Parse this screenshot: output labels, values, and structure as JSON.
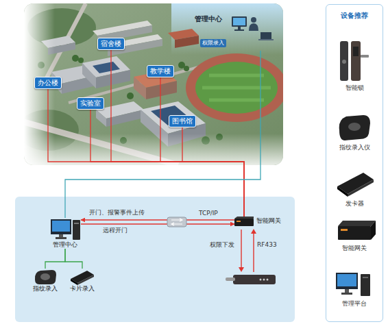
{
  "diagram": {
    "nodes": [
      {
        "text": [
          "管理中心"
        ]
      },
      {
        "text": [
          "宿舍楼"
        ]
      },
      {
        "text": [
          "教学楼"
        ]
      },
      {
        "text": [
          "办公楼"
        ]
      },
      {
        "text": [
          "实验室"
        ]
      },
      {
        "text": [
          "图书馆"
        ]
      },
      {
        "text": [
          "管理中心"
        ]
      },
      {
        "text": [
          "智能网关"
        ]
      },
      {
        "text": [
          "指纹录入"
        ]
      },
      {
        "text": [
          "卡片录入"
        ]
      },
      {
        "text": [
          "设备推荐"
        ]
      }
    ],
    "edges": [
      {
        "from": 1,
        "to": 7,
        "arrow": "none"
      },
      {
        "from": 2,
        "to": 7,
        "arrow": "none"
      },
      {
        "from": 3,
        "to": 7,
        "arrow": "none"
      },
      {
        "from": 4,
        "to": 7,
        "arrow": "none"
      },
      {
        "from": 5,
        "to": 7,
        "arrow": "none"
      },
      {
        "from": 0,
        "to": 6,
        "arrow": "none"
      },
      {
        "from": 7,
        "to": 6,
        "label": "开门、报警事件上传",
        "arrow": "to"
      },
      {
        "from": 6,
        "to": 7,
        "label": "远程开门",
        "arrow": "to"
      },
      {
        "from": 6,
        "to": 8,
        "arrow": "none"
      },
      {
        "from": 6,
        "to": 9,
        "arrow": "none"
      }
    ],
    "labels": [
      "权限录入",
      "TCP/IP",
      "权限下发",
      "RF433",
      "智能锁",
      "指纹录入仪",
      "发卡器",
      "智能网关",
      "管理平台"
    ]
  }
}
